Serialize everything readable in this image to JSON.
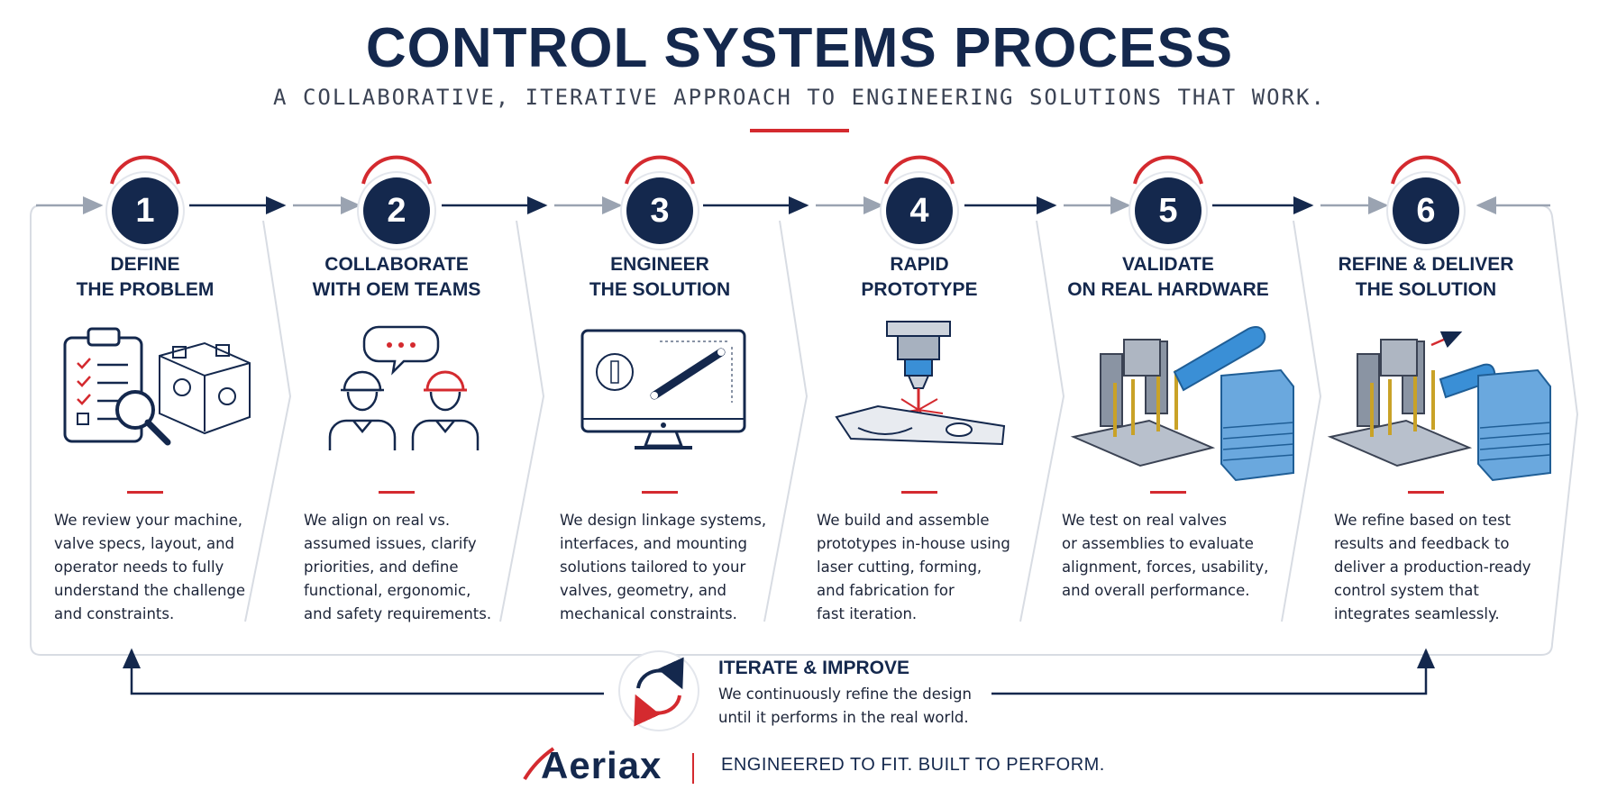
{
  "header": {
    "title": "CONTROL SYSTEMS PROCESS",
    "subtitle": "A COLLABORATIVE, ITERATIVE APPROACH TO ENGINEERING SOLUTIONS THAT WORK."
  },
  "colors": {
    "navy": "#14284d",
    "red": "#d42a2f",
    "blue": "#3a8fd6",
    "gray": "#9aa3b1"
  },
  "steps": [
    {
      "number": "1",
      "title": [
        "DEFINE",
        "THE PROBLEM"
      ],
      "description": [
        "We review your machine,",
        "valve specs, layout, and",
        "operator needs to fully",
        "understand the challenge",
        "and constraints."
      ],
      "icon": "clipboard-magnifier-icon"
    },
    {
      "number": "2",
      "title": [
        "COLLABORATE",
        "WITH OEM TEAMS"
      ],
      "description": [
        "We align on real vs.",
        "assumed issues, clarify",
        "priorities, and define",
        "functional, ergonomic,",
        "and safety requirements."
      ],
      "icon": "team-chat-icon"
    },
    {
      "number": "3",
      "title": [
        "ENGINEER",
        "THE SOLUTION"
      ],
      "description": [
        "We design linkage systems,",
        "interfaces, and mounting",
        "solutions tailored to your",
        "valves, geometry, and",
        "mechanical constraints."
      ],
      "icon": "cad-monitor-icon"
    },
    {
      "number": "4",
      "title": [
        "RAPID",
        "PROTOTYPE"
      ],
      "description": [
        "We build and assemble",
        "prototypes in-house using",
        "laser cutting, forming,",
        "and fabrication for",
        "fast iteration."
      ],
      "icon": "laser-cutter-icon"
    },
    {
      "number": "5",
      "title": [
        "VALIDATE",
        "ON REAL HARDWARE"
      ],
      "description": [
        "We test on real valves",
        "or assemblies to evaluate",
        "alignment, forces, usability,",
        "and overall performance."
      ],
      "icon": "valve-assembly-icon"
    },
    {
      "number": "6",
      "title": [
        "REFINE & DELIVER",
        "THE SOLUTION"
      ],
      "description": [
        "We refine based on test",
        "results and feedback to",
        "deliver a production-ready",
        "control system that",
        "integrates seamlessly."
      ],
      "icon": "refined-assembly-icon"
    }
  ],
  "iterate": {
    "title": "ITERATE & IMPROVE",
    "description": [
      "We continuously refine the design",
      "until it performs in the real world."
    ],
    "icon": "cycle-arrows-icon"
  },
  "footer": {
    "brand": "Aeriax",
    "tagline": "ENGINEERED TO FIT. BUILT TO PERFORM."
  }
}
